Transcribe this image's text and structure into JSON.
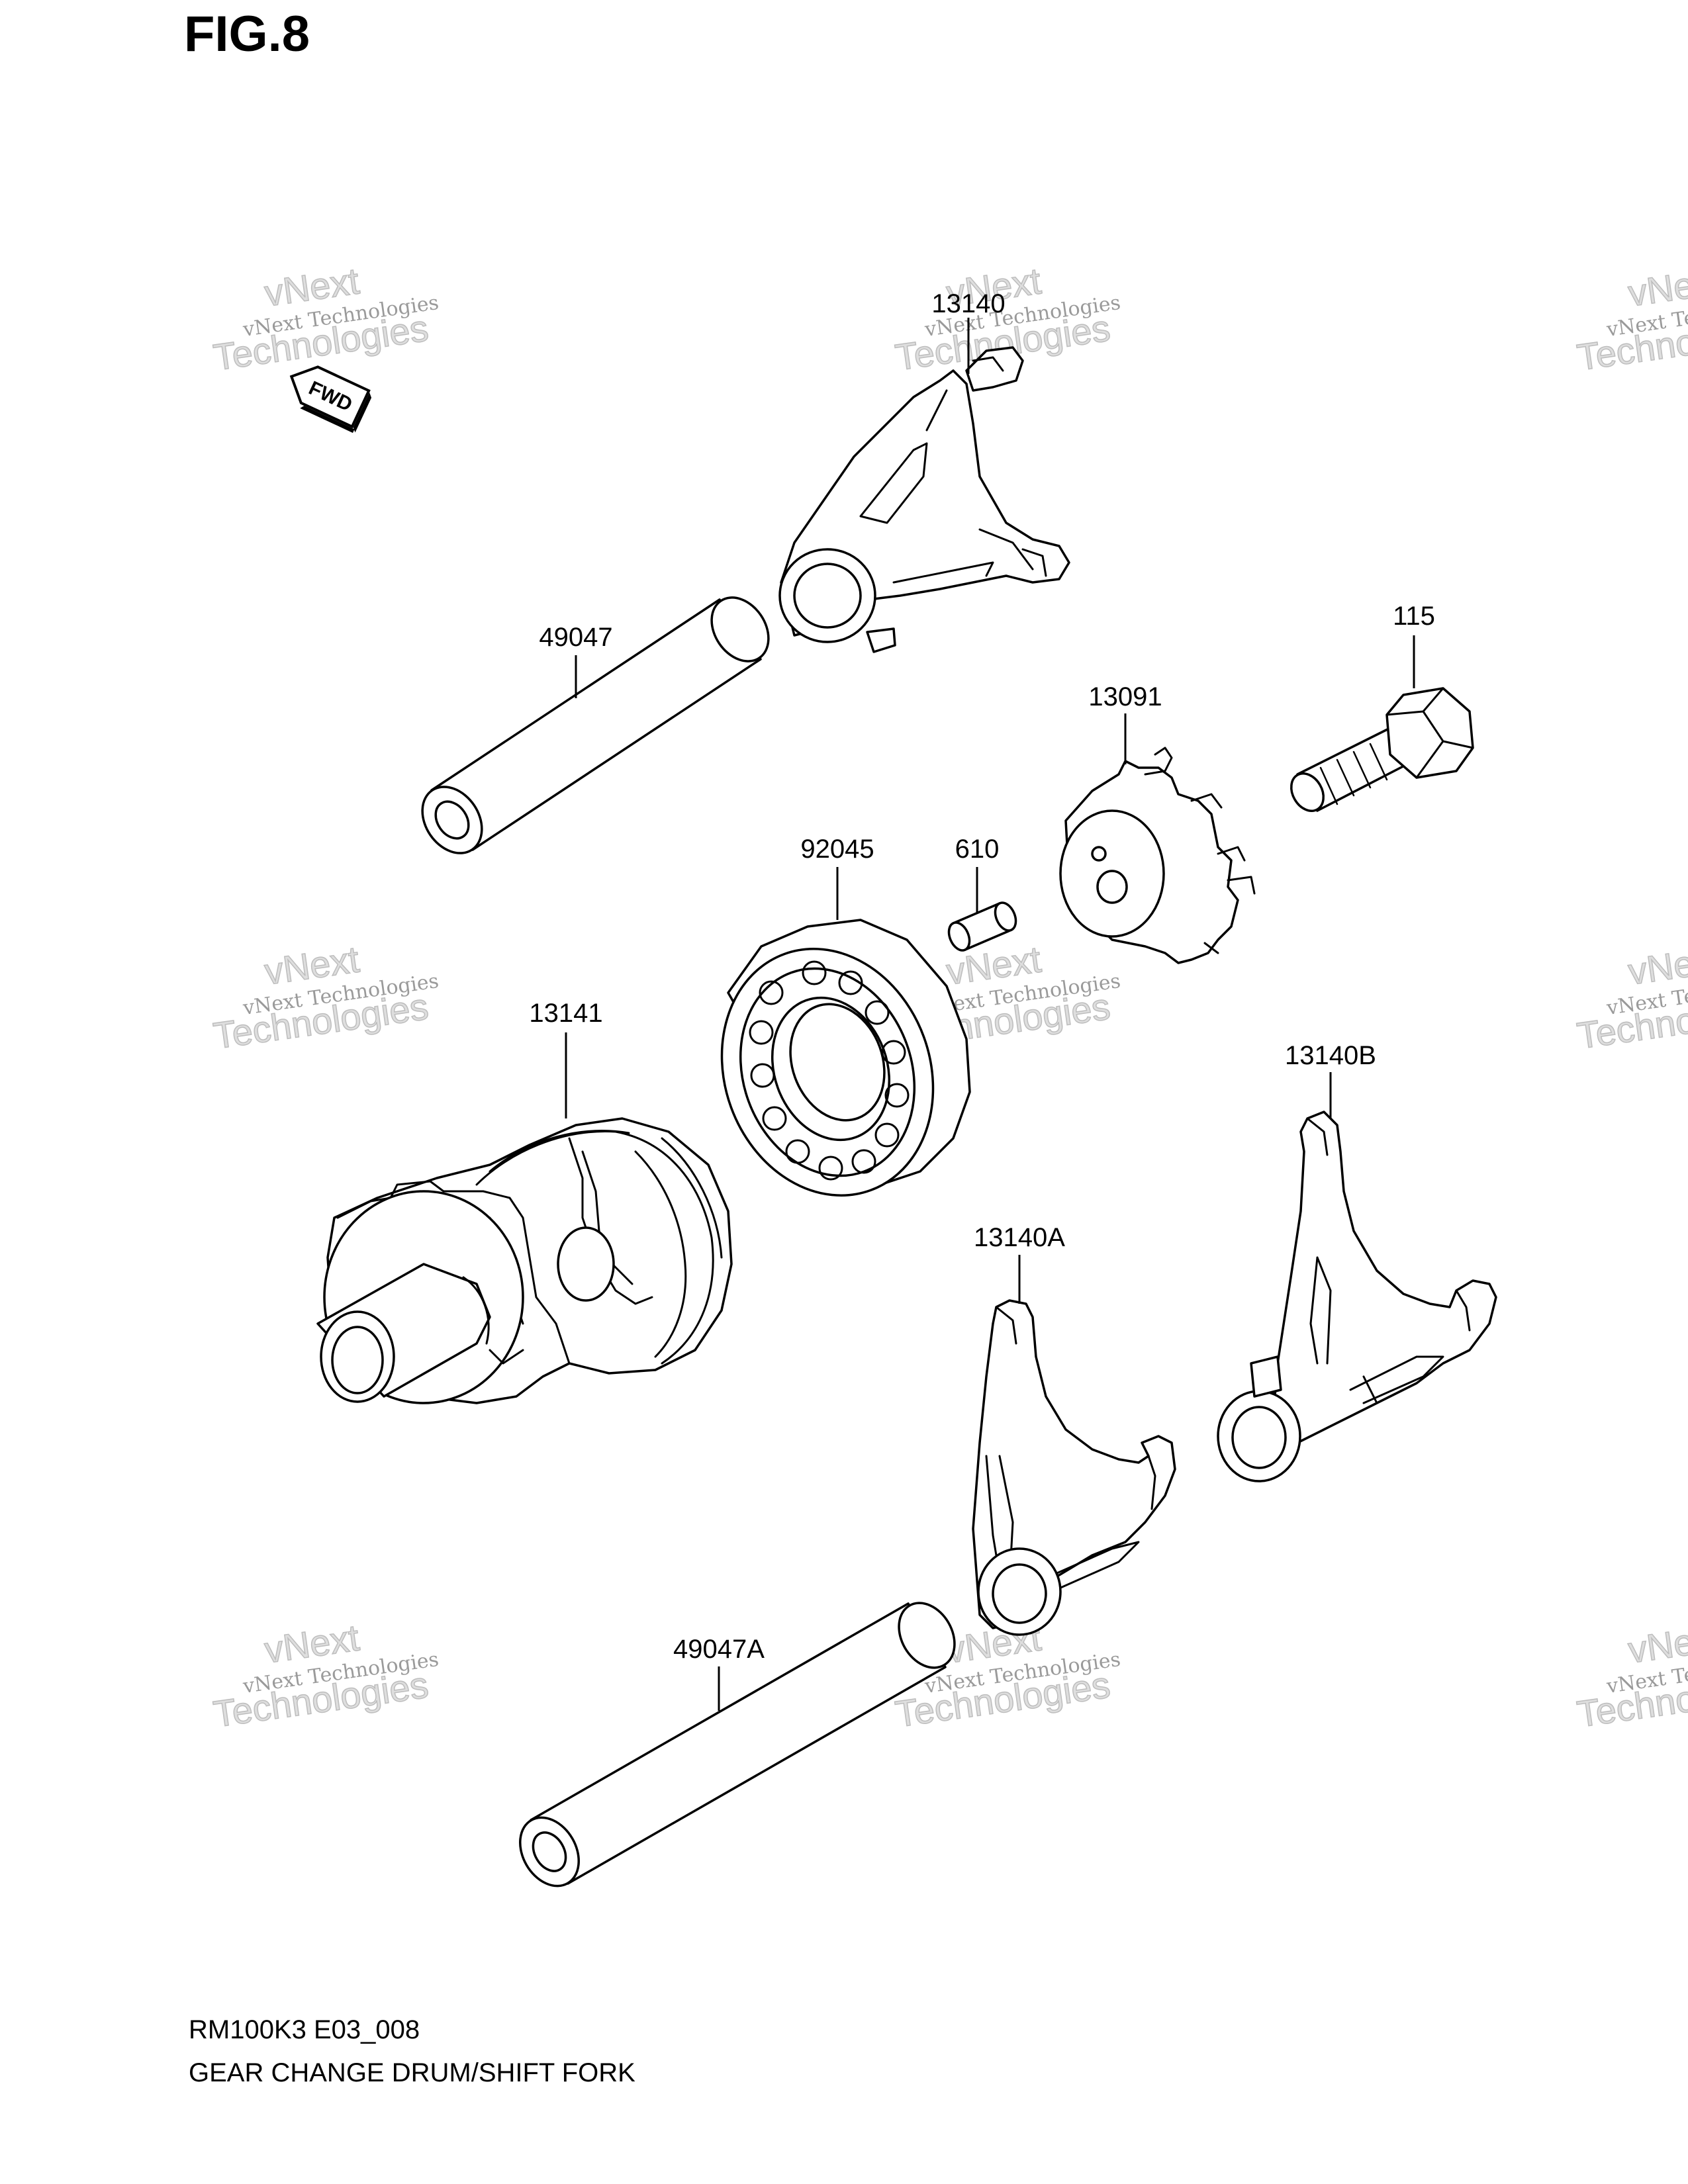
{
  "figure": {
    "title": "FIG.8"
  },
  "footer": {
    "model_code": "RM100K3 E03_008",
    "assembly_name": "GEAR CHANGE DRUM/SHIFT FORK"
  },
  "direction_marker": {
    "text": "FWD",
    "icon": "fwd-arrow-icon"
  },
  "watermark": {
    "line1": "vNext Technologies",
    "line2": "vNext",
    "line3": "Technologies"
  },
  "parts": [
    {
      "part_no": "13140",
      "description": "shift fork"
    },
    {
      "part_no": "49047",
      "description": "shift fork shaft"
    },
    {
      "part_no": "115",
      "description": "bolt"
    },
    {
      "part_no": "13091",
      "description": "gear shift cam stopper"
    },
    {
      "part_no": "92045",
      "description": "bearing"
    },
    {
      "part_no": "610",
      "description": "pin"
    },
    {
      "part_no": "13141",
      "description": "gear change drum"
    },
    {
      "part_no": "13140B",
      "description": "shift fork"
    },
    {
      "part_no": "13140A",
      "description": "shift fork"
    },
    {
      "part_no": "49047A",
      "description": "shift fork shaft"
    }
  ]
}
